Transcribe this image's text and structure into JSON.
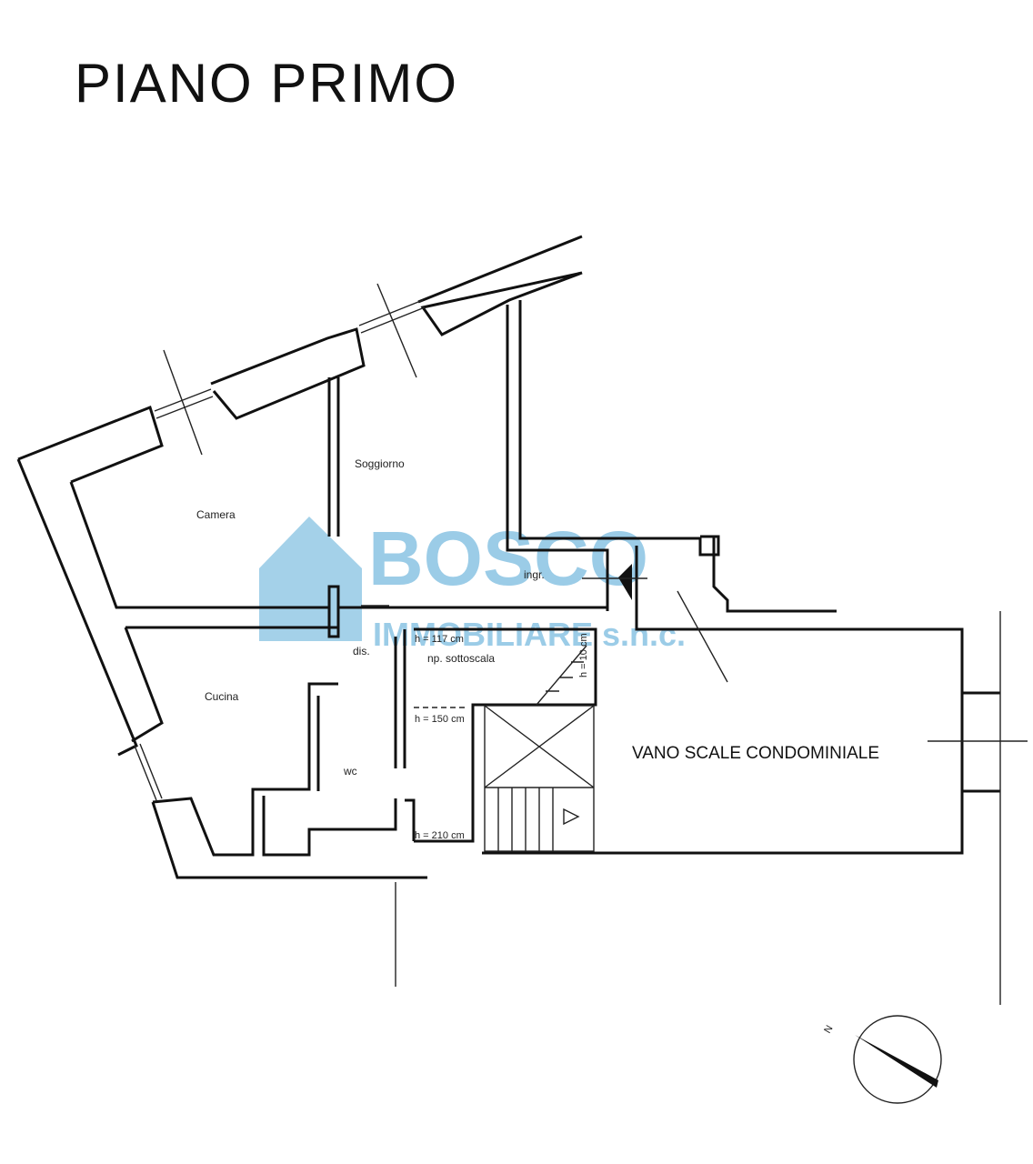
{
  "title": "PIANO  PRIMO",
  "rooms": {
    "camera": "Camera",
    "soggiorno": "Soggiorno",
    "ingresso": "ingr.",
    "disimpegno": "dis.",
    "cucina": "Cucina",
    "wc": "wc",
    "sottoscala": "np. sottoscala",
    "vano_scale": "VANO SCALE CONDOMINIALE"
  },
  "heights": {
    "h117": "h = 117 cm",
    "h150": "h = 150 cm",
    "h210": "h = 210 cm",
    "h10": "h = 10 cm"
  },
  "watermark": {
    "brand": "BOSCO",
    "subtitle": "IMMOBILIARE s.n.c."
  },
  "compass": {
    "north_label": "N"
  },
  "colors": {
    "watermark": "#4aa3d4",
    "lines": "#111111"
  }
}
